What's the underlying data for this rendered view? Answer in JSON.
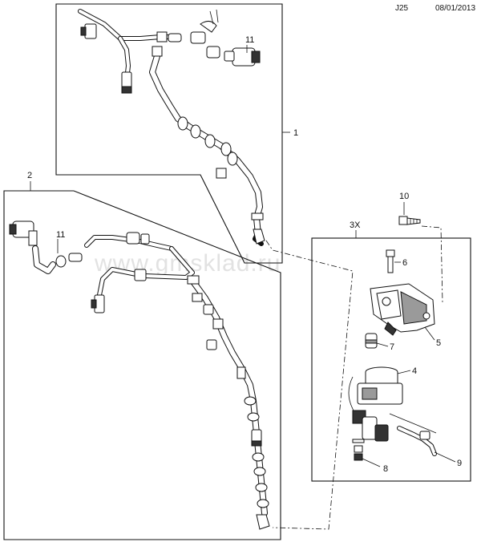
{
  "header": {
    "code": "J25",
    "date": "08/01/2013"
  },
  "watermark": "www.gmsklad.ru",
  "callouts": {
    "c1": "1",
    "c2": "2",
    "c3x": "3X",
    "c4": "4",
    "c5": "5",
    "c6": "6",
    "c7": "7",
    "c8": "8",
    "c9": "9",
    "c10": "10",
    "c11a": "11",
    "c11b": "11"
  }
}
